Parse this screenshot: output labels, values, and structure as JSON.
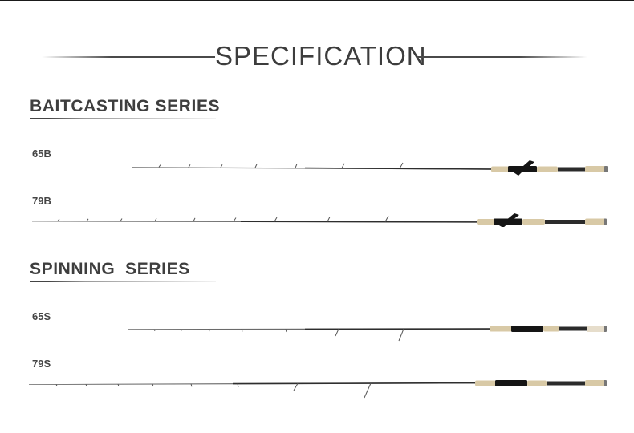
{
  "header": {
    "title": "SPECIFICATION"
  },
  "sections": [
    {
      "title": "BAITCASTING SERIES",
      "rods": [
        {
          "label": "65B",
          "type": "casting"
        },
        {
          "label": "79B",
          "type": "casting"
        }
      ]
    },
    {
      "title": "SPINNING  SERIES",
      "rods": [
        {
          "label": "65S",
          "type": "spinning"
        },
        {
          "label": "79S",
          "type": "spinning"
        }
      ]
    }
  ],
  "colors": {
    "blank": "#3a3a3a",
    "cork": "#d9c9a8",
    "reel_seat": "#111111",
    "text": "#3e3e3e"
  }
}
